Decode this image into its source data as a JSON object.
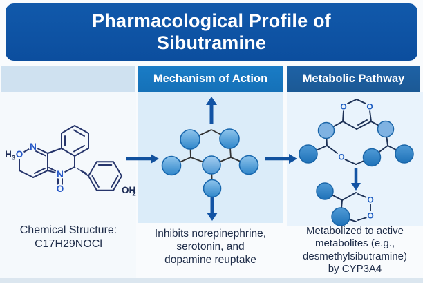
{
  "header": {
    "title": "Pharmacological Profile of\nSibutramine"
  },
  "sections": {
    "left": {
      "header_label": "",
      "caption": "Chemical Structure:\nC17H29NOCl"
    },
    "middle": {
      "header_label": "Mechanism of Action",
      "caption": "Inhibits norepinephrine,\nserotonin, and\ndopamine reuptake"
    },
    "right": {
      "header_label": "Metabolic Pathway",
      "caption": "Metabolized to active\nmetabolites (e.g.,\ndesmethylsibutramine)\nby CYP3A4"
    }
  },
  "structure_atoms": {
    "h": "H",
    "h_sub": "3",
    "h_o": "O",
    "n_top": "N",
    "n_ring": "N",
    "n_oxide_o": "O",
    "oh": "OH",
    "oh_sub": "2"
  },
  "metabolic_atoms": {
    "o_ring_left": "O",
    "o_ring_right": "O",
    "o_mid": "O",
    "o_low_upper": "O",
    "o_low_lower": "O"
  },
  "colors": {
    "header_bg": "#0d52a4",
    "mechanism_bar_bg": "#1878c2",
    "metabolic_bar_bg": "#1d5e9f",
    "left_bar_bg": "#cfe1f0",
    "flow_arrow": "#11519e",
    "node_fill": "#3f93d4",
    "node_stroke": "#1767ae",
    "bond_line": "#26356b",
    "atom_blue": "#2356c6",
    "caption_text": "#1e2c48"
  }
}
